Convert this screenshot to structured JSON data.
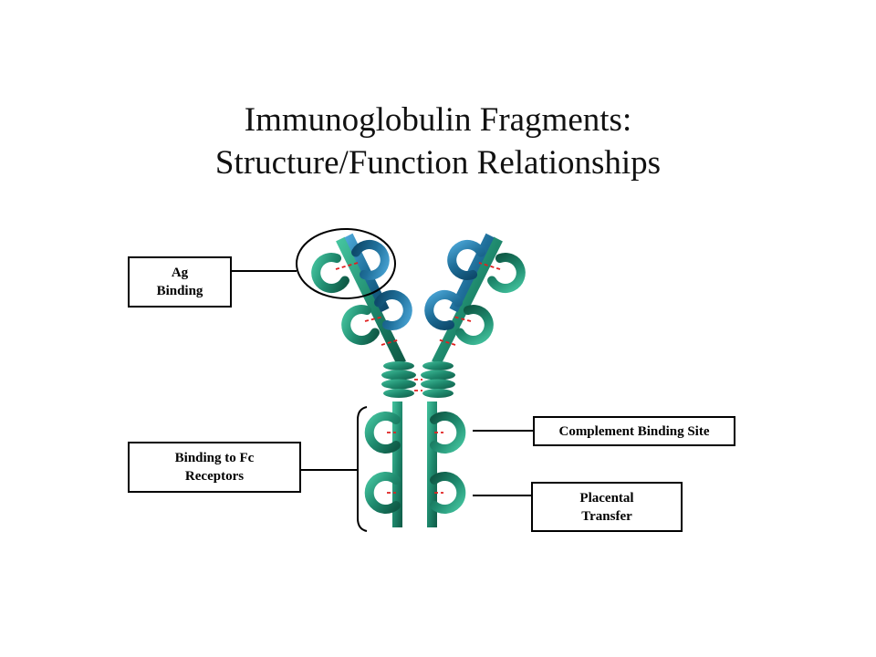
{
  "title": {
    "line1": "Immunoglobulin Fragments:",
    "line2": "Structure/Function Relationships"
  },
  "labels": {
    "ag_binding": {
      "line1": "Ag",
      "line2": "Binding"
    },
    "fc_receptors": {
      "line1": "Binding to Fc",
      "line2": "Receptors"
    },
    "complement": {
      "line1": "Complement Binding Site"
    },
    "placental": {
      "line1": "Placental",
      "line2": "Transfer"
    }
  },
  "colors": {
    "heavy_chain": "#1f8a6e",
    "light_chain": "#1f6f9a",
    "disulfide": "#e02020",
    "line": "#000000"
  }
}
